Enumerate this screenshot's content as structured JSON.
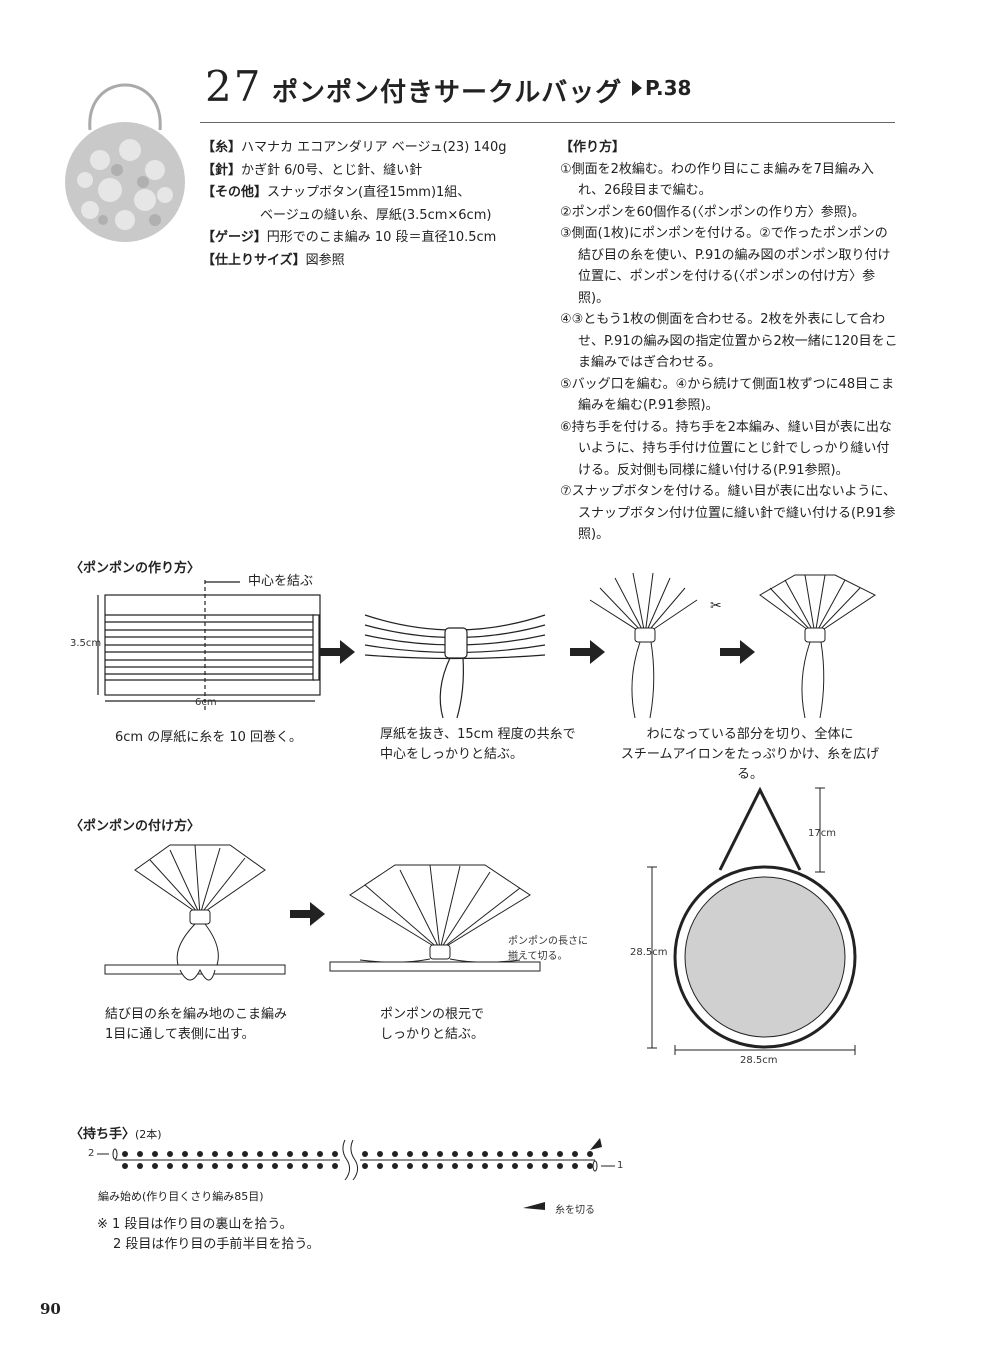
{
  "title": {
    "number": "27",
    "text": "ポンポン付きサークルバッグ",
    "page_ref": "P.38"
  },
  "materials": [
    {
      "label": "【糸】",
      "value": "ハマナカ エコアンダリア ベージュ(23) 140g"
    },
    {
      "label": "【針】",
      "value": "かぎ針 6/0号、とじ針、縫い針"
    },
    {
      "label": "【その他】",
      "value": "スナップボタン(直径15mm)1組、"
    },
    {
      "label": "",
      "value": "ベージュの縫い糸、厚紙(3.5cm×6cm)"
    },
    {
      "label": "【ゲージ】",
      "value": "円形でのこま編み 10 段＝直径10.5cm"
    },
    {
      "label": "【仕上りサイズ】",
      "value": "図参照"
    }
  ],
  "instructions": {
    "heading": "【作り方】",
    "steps": [
      "①側面を2枚編む。わの作り目にこま編みを7目編み入れ、26段目まで編む。",
      "②ポンポンを60個作る(〈ポンポンの作り方〉参照)。",
      "③側面(1枚)にポンポンを付ける。②で作ったポンポンの結び目の糸を使い、P.91の編み図のポンポン取り付け位置に、ポンポンを付ける(〈ポンポンの付け方〉参照)。",
      "④③ともう1枚の側面を合わせる。2枚を外表にして合わせ、P.91の編み図の指定位置から2枚一緒に120目をこま編みではぎ合わせる。",
      "⑤バッグ口を編む。④から続けて側面1枚ずつに48目こま編みを編む(P.91参照)。",
      "⑥持ち手を付ける。持ち手を2本編み、縫い目が表に出ないように、持ち手付け位置にとじ針でしっかり縫い付ける。反対側も同様に縫い付ける(P.91参照)。",
      "⑦スナップボタンを付ける。縫い目が表に出ないように、スナップボタン付け位置に縫い針で縫い付ける(P.91参照)。"
    ]
  },
  "pompom_make": {
    "title": "〈ポンポンの作り方〉",
    "center_label": "中心を結ぶ",
    "height_label": "3.5cm",
    "width_label": "6cm",
    "caption1": "6cm の厚紙に糸を 10 回巻く。",
    "caption2a": "厚紙を抜き、15cm 程度の共糸で",
    "caption2b": "中心をしっかりと結ぶ。",
    "caption3a": "わになっている部分を切り、全体に",
    "caption3b": "スチームアイロンをたっぷりかけ、糸を広げる。"
  },
  "pompom_attach": {
    "title": "〈ポンポンの付け方〉",
    "caption1a": "結び目の糸を編み地のこま編み",
    "caption1b": "1目に通して表側に出す。",
    "note_a": "ポンポンの長さに",
    "note_b": "揃えて切る。",
    "caption2a": "ポンポンの根元で",
    "caption2b": "しっかりと結ぶ。"
  },
  "bag": {
    "handle_label": "17cm",
    "height_label": "28.5cm",
    "width_label": "28.5cm"
  },
  "handle": {
    "title": "〈持ち手〉",
    "count": "(2本)",
    "row2": "2",
    "row1": "1",
    "start_label": "編み始め(作り目くさり編み85目)",
    "cut_label": "糸を切る",
    "note1": "※ 1 段目は作り目の裏山を拾う。",
    "note2": "2 段目は作り目の手前半目を拾う。"
  },
  "page_number": "90"
}
